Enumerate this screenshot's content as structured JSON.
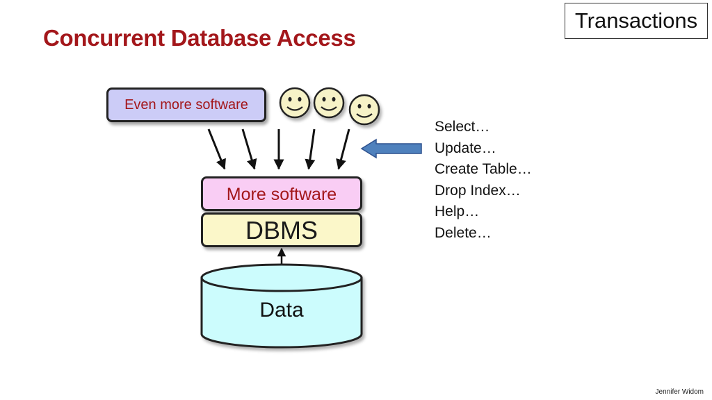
{
  "slide": {
    "title": "Concurrent Database Access",
    "section_tag": "Transactions",
    "credit": "Jennifer Widom"
  },
  "diagram": {
    "even_more_software": "Even more software",
    "more_software": "More software",
    "dbms": "DBMS",
    "data": "Data"
  },
  "commands": [
    "Select…",
    "Update…",
    "Create Table…",
    "Drop Index…",
    "Help…",
    "Delete…"
  ],
  "colors": {
    "title_red": "#a3171b",
    "even_more_fill": "#ccccf7",
    "more_fill": "#f9cdf4",
    "dbms_fill": "#fbf7c9",
    "data_fill": "#ccfcfd",
    "face_fill": "#f6f2c7",
    "arrow_blue": "#4f81bd"
  },
  "icons": [
    "smiley-face-icon",
    "smiley-face-icon",
    "smiley-face-icon",
    "block-arrow-left-icon"
  ]
}
